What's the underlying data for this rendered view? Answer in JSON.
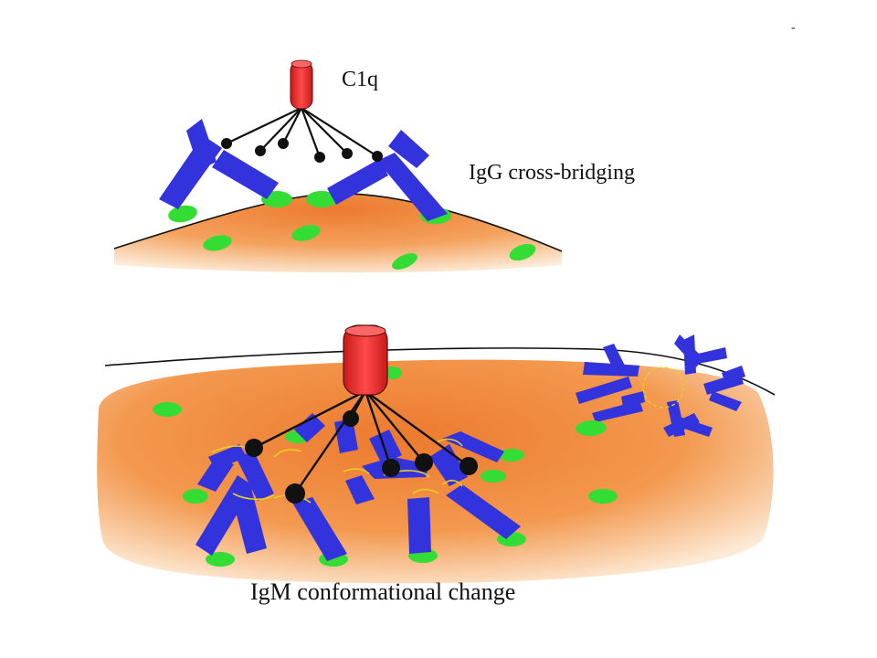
{
  "corner_mark": "-",
  "labels": {
    "c1q": "C1q",
    "igg": "IgG cross-bridging",
    "igm": "IgM conformational change"
  },
  "colors": {
    "c1q_body": "#ee3333",
    "antibody": "#3333dd",
    "antigen": "#33dd33",
    "cell_surface": "#f08a3e",
    "cell_edge": "#fbe3c8",
    "disulfide": "#e8d020",
    "stroke": "#111111"
  },
  "icons": [
    "c1q-icon",
    "igg-antibody-icon",
    "igm-pentamer-icon",
    "antigen-icon"
  ]
}
